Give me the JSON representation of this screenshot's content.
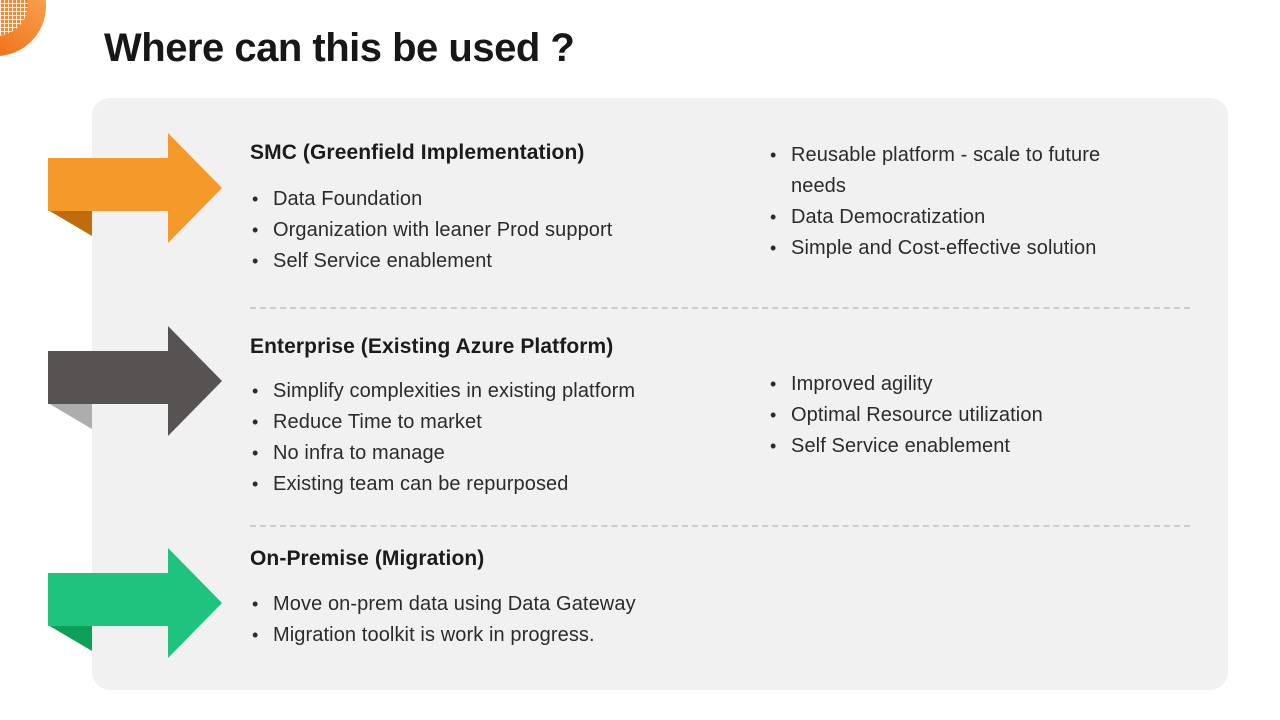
{
  "slide": {
    "title": "Where can this be used ?"
  },
  "ui": {
    "bullet_char": "•"
  },
  "colors": {
    "background": "#FFFFFF",
    "panel_background": "#F1F1F1",
    "divider": "#CDCDCD",
    "title_text": "#171717",
    "body_text": "#2B2B2B",
    "decoration_orange": "#F07018"
  },
  "sections": [
    {
      "heading": "SMC (Greenfield Implementation)",
      "arrow_color": "#F6992B",
      "arrow_fold_color": "#BE6C0E",
      "left_bullets": [
        "Data Foundation",
        "Organization with leaner Prod support",
        "Self Service enablement"
      ],
      "right_bullets": [
        "Reusable platform - scale to future needs",
        "Data Democratization",
        "Simple and Cost-effective solution"
      ]
    },
    {
      "heading": "Enterprise (Existing Azure Platform)",
      "arrow_color": "#565352",
      "arrow_fold_color": "#ADADAD",
      "left_bullets": [
        "Simplify complexities in existing platform",
        "Reduce Time to market",
        "No infra to manage",
        "Existing team can be repurposed"
      ],
      "right_bullets": [
        "Improved agility",
        "Optimal Resource utilization",
        "Self Service enablement"
      ]
    },
    {
      "heading": "On-Premise (Migration)",
      "arrow_color": "#1EC47D",
      "arrow_fold_color": "#0FA058",
      "left_bullets": [
        "Move on-prem data using Data Gateway",
        "Migration toolkit is work in progress."
      ],
      "right_bullets": []
    }
  ]
}
